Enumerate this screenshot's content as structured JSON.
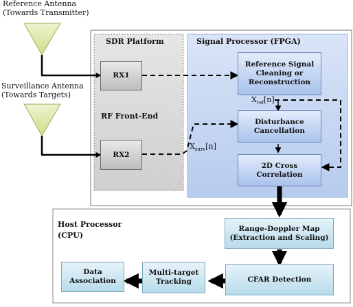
{
  "antennas": {
    "reference": {
      "label_line1": "Reference Antenna",
      "label_line2": "(Towards Transmitter)"
    },
    "surveillance": {
      "label_line1": "Surveillance Antenna",
      "label_line2": "(Towards Targets)"
    }
  },
  "sdr_platform": {
    "title": "SDR Platform",
    "rf_frontend": "RF Front-End",
    "rx1": "RX1",
    "rx2": "RX2"
  },
  "signal_processor": {
    "title": "Signal Processor (FPGA)",
    "reference_cleaning": "Reference Signal Cleaning or Reconstruction",
    "disturbance_cancellation": "Disturbance Cancellation",
    "cross_correlation": "2D Cross Correlation"
  },
  "signal_labels": {
    "x_ref_base": "X",
    "x_ref_sub": "ref",
    "x_ref_arg": "[n]",
    "x_surv_base": "X",
    "x_surv_sub": "surv",
    "x_surv_arg": "[n]"
  },
  "host_processor": {
    "title_line1": "Host Processor",
    "title_line2": "(CPU)",
    "range_doppler": "Range-Doppler Map (Extraction and Scaling)",
    "cfar": "CFAR Detection",
    "tracking": "Multi-target Tracking",
    "association": "Data Association"
  },
  "colors": {
    "antenna_fill": "#e2ecb2",
    "antenna_stroke": "#9fae58",
    "sdr_fill": "#d9d9d9",
    "fpga_fill": "#c6d6f2",
    "host_box_fill": "#cfe8f3"
  }
}
